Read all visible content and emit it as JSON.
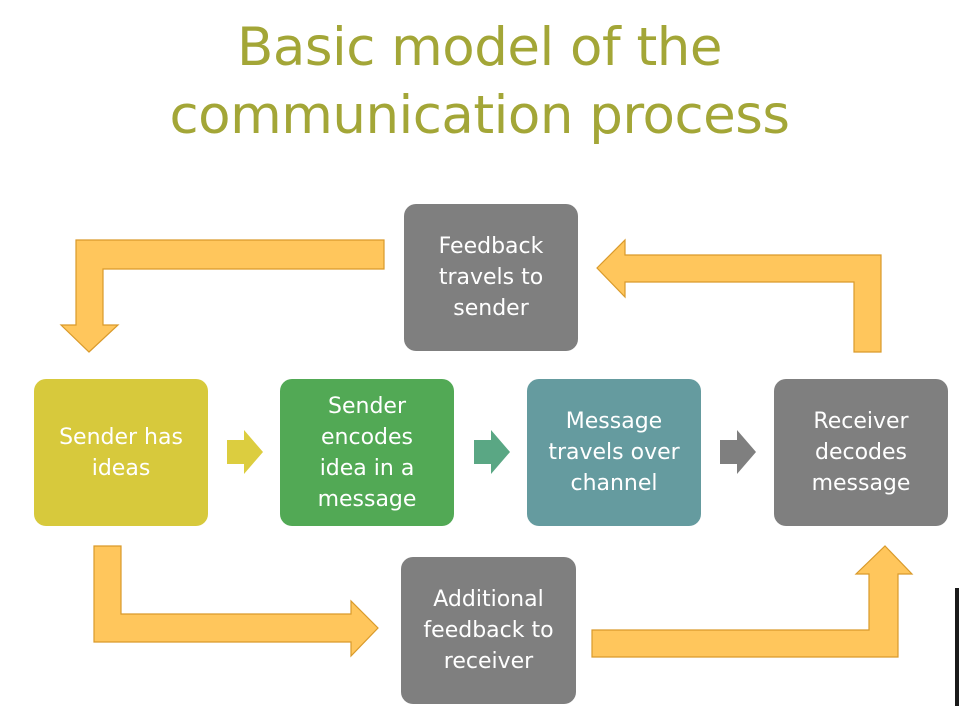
{
  "title": {
    "line1": "Basic model of the",
    "line2": "communication process"
  },
  "colors": {
    "title": "#a3a637",
    "arrow_fill": "#ffc65c",
    "arrow_stroke": "#d99a2b",
    "sender_box": "#d7c93c",
    "encode_box": "#52a955",
    "channel_box": "#659b9f",
    "gray_box": "#7f7f7f",
    "small_arrow_1": "#dccd3f",
    "small_arrow_2": "#5aa784",
    "small_arrow_3": "#7f7f7f"
  },
  "boxes": {
    "sender": "Sender has ideas",
    "encode": "Sender encodes idea in a message",
    "channel": "Message travels over channel",
    "receiver": "Receiver decodes message",
    "feedback": "Feedback travels to sender",
    "additional": "Additional feedback to receiver"
  },
  "boxes_display": {
    "sender": "Sender has\nideas",
    "encode": "Sender\nencodes\nidea in a\nmessage",
    "channel": "Message\ntravels over\nchannel",
    "receiver": "Receiver\ndecodes\nmessage",
    "feedback": "Feedback\ntravels to\nsender",
    "additional": "Additional\nfeedback to\nreceiver"
  }
}
